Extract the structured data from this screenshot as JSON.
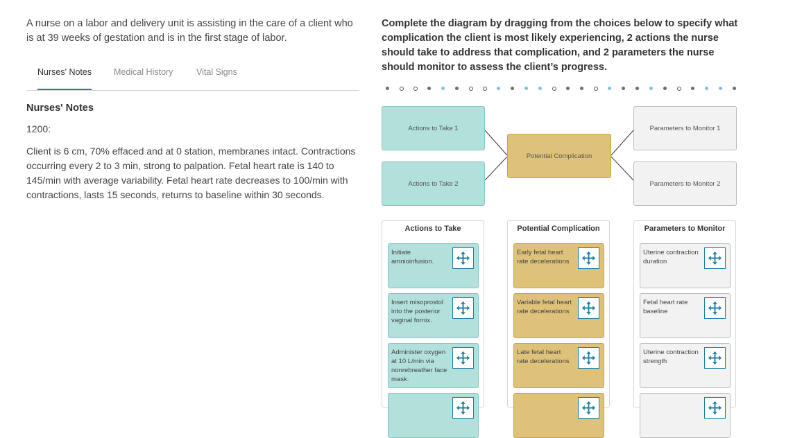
{
  "scenario": "A nurse on a labor and delivery unit is assisting in the care of a client who is at 39 weeks of gestation and is in the first stage of labor.",
  "tabs": [
    {
      "label": "Nurses' Notes",
      "active": true
    },
    {
      "label": "Medical History",
      "active": false
    },
    {
      "label": "Vital Signs",
      "active": false
    }
  ],
  "notes": {
    "heading": "Nurses' Notes",
    "time": "1200:",
    "body": "Client is 6 cm, 70% effaced and at 0 station, membranes intact. Contractions occurring every 2 to 3 min, strong to palpation. Fetal heart rate is 140 to 145/min with average variability. Fetal heart rate decreases to 100/min with contractions, lasts 15 seconds, returns to baseline within 30 seconds."
  },
  "instruction": "Complete the diagram by dragging from the choices below to specify what complication the client is most likely experiencing, 2 actions the nurse should take to address that complication, and 2 parameters the nurse should monitor to assess the client’s progress.",
  "diagram": {
    "action1": "Actions to Take 1",
    "action2": "Actions to Take 2",
    "complication": "Potential Complication",
    "param1": "Parameters to Monitor 1",
    "param2": "Parameters to Monitor 2"
  },
  "columns": {
    "actions": {
      "header": "Actions to Take",
      "items": [
        "Initiate amnioinfusion.",
        "Insert misoprostol into the posterior vaginal fornix.",
        "Administer oxygen at 10 L/min via nonrebreather face mask."
      ]
    },
    "complications": {
      "header": "Potential Complication",
      "items": [
        "Early fetal heart rate decelerations",
        "Variable fetal heart rate decelerations",
        "Late fetal heart rate decelerations"
      ]
    },
    "parameters": {
      "header": "Parameters to Monitor",
      "items": [
        "Uterine contraction duration",
        "Fetal heart rate baseline",
        "Uterine contraction strength"
      ]
    }
  },
  "colors": {
    "actions": "#b2e0db",
    "complication": "#dfc279",
    "parameters": "#f2f2f2",
    "accent": "#1e7ea6"
  }
}
